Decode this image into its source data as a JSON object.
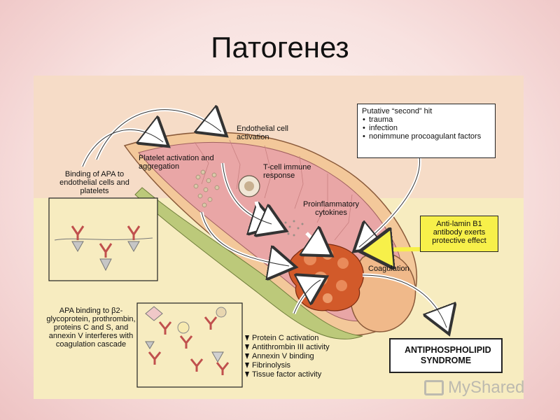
{
  "slide": {
    "title": "Патогенез"
  },
  "figure": {
    "labels": {
      "binding": "Binding of APA to endothelial cells and platelets",
      "platelet": "Platelet activation and aggregation",
      "endothelial": "Endothelial cell activation",
      "tcell": "T-cell immune response",
      "cytokines": "Proinflammatory cytokines",
      "coagulation": "Coagulation",
      "apa_binding": "APA binding to β2-glycoprotein, prothrombin, proteins C and S, and annexin V interferes with coagulation cascade"
    },
    "second_hit": {
      "title": "Putative “second” hit",
      "items": [
        "trauma",
        "infection",
        "nonimmune procoagulant factors"
      ]
    },
    "anti_lamin": "Anti-lamin B1 antibody exerts protective effect",
    "effects": [
      "Protein C activation",
      "Antithrombin III activity",
      "Annexin V binding",
      "Fibrinolysis",
      "Tissue factor activity"
    ],
    "syndrome": "ANTIPHOSPHOLIPID SYNDROME"
  },
  "watermark": {
    "text": "MyShared"
  }
}
